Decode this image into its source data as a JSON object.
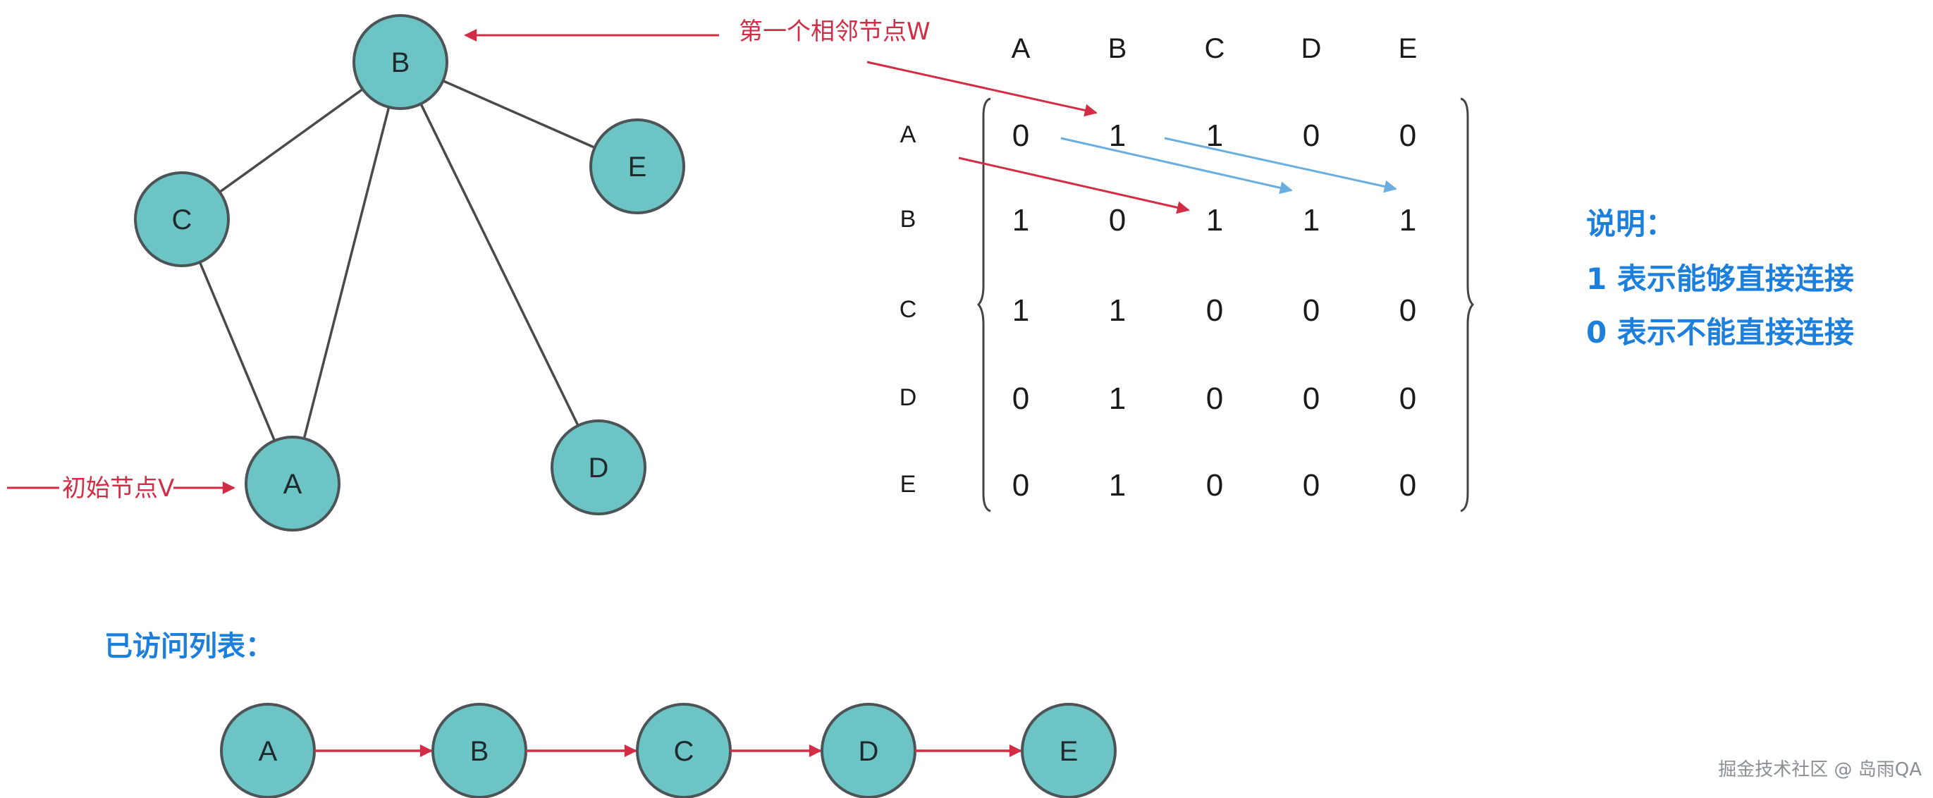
{
  "colors": {
    "node_fill": "#6cc5c4",
    "node_stroke": "#4d5457",
    "edge": "#4a4a4a",
    "annotation_red": "#d22d45",
    "arrow_blue": "#6aaee0",
    "note_blue": "#1c7fdc",
    "visited_arrow": "#d22d45"
  },
  "graph": {
    "nodes": [
      {
        "id": "B",
        "label": "B"
      },
      {
        "id": "C",
        "label": "C"
      },
      {
        "id": "E",
        "label": "E"
      },
      {
        "id": "A",
        "label": "A"
      },
      {
        "id": "D",
        "label": "D"
      }
    ],
    "edges": [
      [
        "B",
        "C"
      ],
      [
        "B",
        "E"
      ],
      [
        "B",
        "A"
      ],
      [
        "B",
        "D"
      ],
      [
        "C",
        "A"
      ]
    ]
  },
  "annotations": {
    "first_neighbor": "第一个相邻节点W",
    "initial_node": "初始节点V"
  },
  "matrix": {
    "columns": [
      "A",
      "B",
      "C",
      "D",
      "E"
    ],
    "rows": [
      {
        "label": "A",
        "values": [
          "0",
          "1",
          "1",
          "0",
          "0"
        ]
      },
      {
        "label": "B",
        "values": [
          "1",
          "0",
          "1",
          "1",
          "1"
        ]
      },
      {
        "label": "C",
        "values": [
          "1",
          "1",
          "0",
          "0",
          "0"
        ]
      },
      {
        "label": "D",
        "values": [
          "0",
          "1",
          "0",
          "0",
          "0"
        ]
      },
      {
        "label": "E",
        "values": [
          "0",
          "1",
          "0",
          "0",
          "0"
        ]
      }
    ]
  },
  "legend": {
    "title": "说明：",
    "line1": "1 表示能够直接连接",
    "line2": "0 表示不能直接连接"
  },
  "visited": {
    "title": "已访问列表：",
    "sequence": [
      "A",
      "B",
      "C",
      "D",
      "E"
    ]
  },
  "watermark": "掘金技术社区 @ 岛雨QA"
}
